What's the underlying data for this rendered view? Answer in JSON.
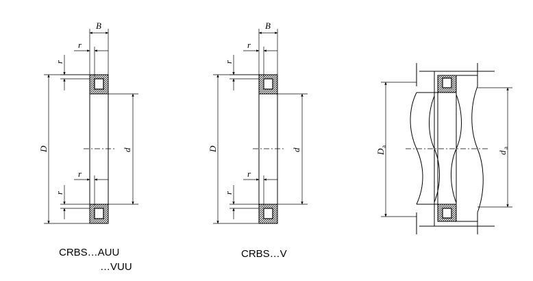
{
  "labels": {
    "B": "B",
    "r": "r",
    "D": "D",
    "d": "d",
    "Da_main": "D",
    "Da_sub": "a",
    "da_main": "d",
    "da_sub": "a"
  },
  "captions": {
    "left_line1": "CRBS…AUU",
    "left_line2": "…VUU",
    "middle": "CRBS…V"
  }
}
